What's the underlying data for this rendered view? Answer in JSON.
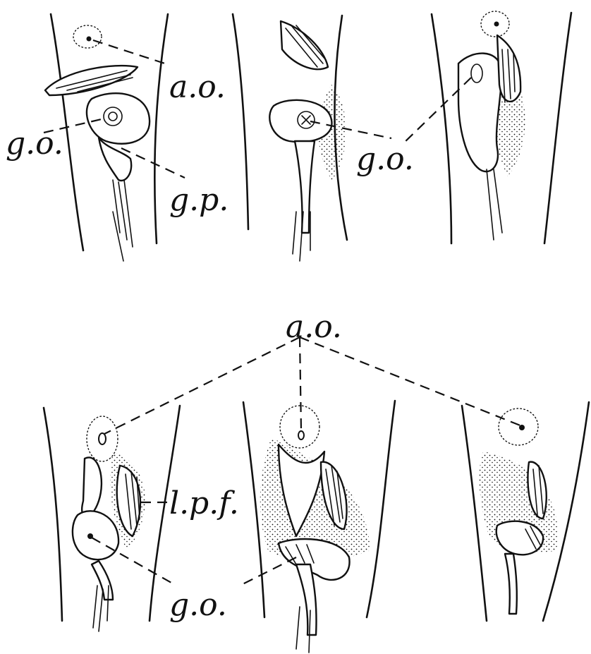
{
  "labels": {
    "ao_top": "a.o.",
    "go_top_left": "g.o.",
    "gp_top": "g.p.",
    "go_top_right": "g.o.",
    "ao_bottom": "a.o.",
    "lpf_bottom": "l.p.f.",
    "go_bottom": "g.o."
  },
  "colors": {
    "ink": "#111111",
    "background": "#ffffff"
  }
}
